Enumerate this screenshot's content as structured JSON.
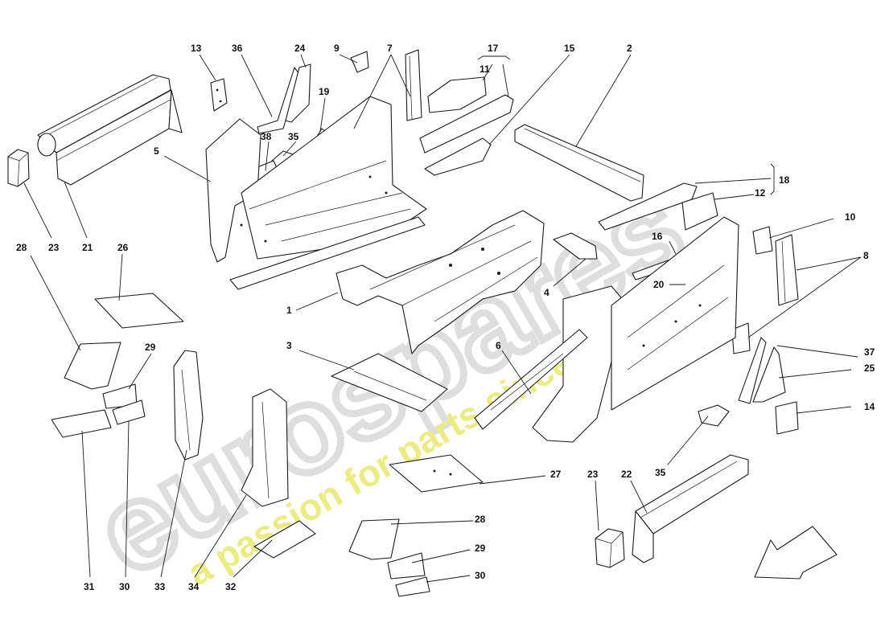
{
  "watermark": {
    "brand": "eurospares",
    "tagline": "a passion for parts since 1985",
    "brand_color": "#d9d9d9",
    "tagline_color": "#e9e96a"
  },
  "direction_indicator": {
    "icon": "arrow-down-left-icon"
  },
  "callouts": [
    {
      "id": "c13",
      "label": "13"
    },
    {
      "id": "c36",
      "label": "36"
    },
    {
      "id": "c24",
      "label": "24"
    },
    {
      "id": "c9",
      "label": "9"
    },
    {
      "id": "c7",
      "label": "7"
    },
    {
      "id": "c17",
      "label": "17"
    },
    {
      "id": "c11",
      "label": "11"
    },
    {
      "id": "c15",
      "label": "15"
    },
    {
      "id": "c2",
      "label": "2"
    },
    {
      "id": "c19",
      "label": "19"
    },
    {
      "id": "c38",
      "label": "38"
    },
    {
      "id": "c35a",
      "label": "35"
    },
    {
      "id": "c5",
      "label": "5"
    },
    {
      "id": "c18",
      "label": "18"
    },
    {
      "id": "c12",
      "label": "12"
    },
    {
      "id": "c10",
      "label": "10"
    },
    {
      "id": "c8",
      "label": "8"
    },
    {
      "id": "c16",
      "label": "16"
    },
    {
      "id": "c20",
      "label": "20"
    },
    {
      "id": "c28a",
      "label": "28"
    },
    {
      "id": "c23a",
      "label": "23"
    },
    {
      "id": "c21",
      "label": "21"
    },
    {
      "id": "c26",
      "label": "26"
    },
    {
      "id": "c1",
      "label": "1"
    },
    {
      "id": "c4",
      "label": "4"
    },
    {
      "id": "c3",
      "label": "3"
    },
    {
      "id": "c6",
      "label": "6"
    },
    {
      "id": "c37",
      "label": "37"
    },
    {
      "id": "c25",
      "label": "25"
    },
    {
      "id": "c14",
      "label": "14"
    },
    {
      "id": "c29a",
      "label": "29"
    },
    {
      "id": "c35b",
      "label": "35"
    },
    {
      "id": "c27",
      "label": "27"
    },
    {
      "id": "c23b",
      "label": "23"
    },
    {
      "id": "c22",
      "label": "22"
    },
    {
      "id": "c28b",
      "label": "28"
    },
    {
      "id": "c29b",
      "label": "29"
    },
    {
      "id": "c30b",
      "label": "30"
    },
    {
      "id": "c31",
      "label": "31"
    },
    {
      "id": "c30a",
      "label": "30"
    },
    {
      "id": "c33",
      "label": "33"
    },
    {
      "id": "c34",
      "label": "34"
    },
    {
      "id": "c32",
      "label": "32"
    }
  ]
}
